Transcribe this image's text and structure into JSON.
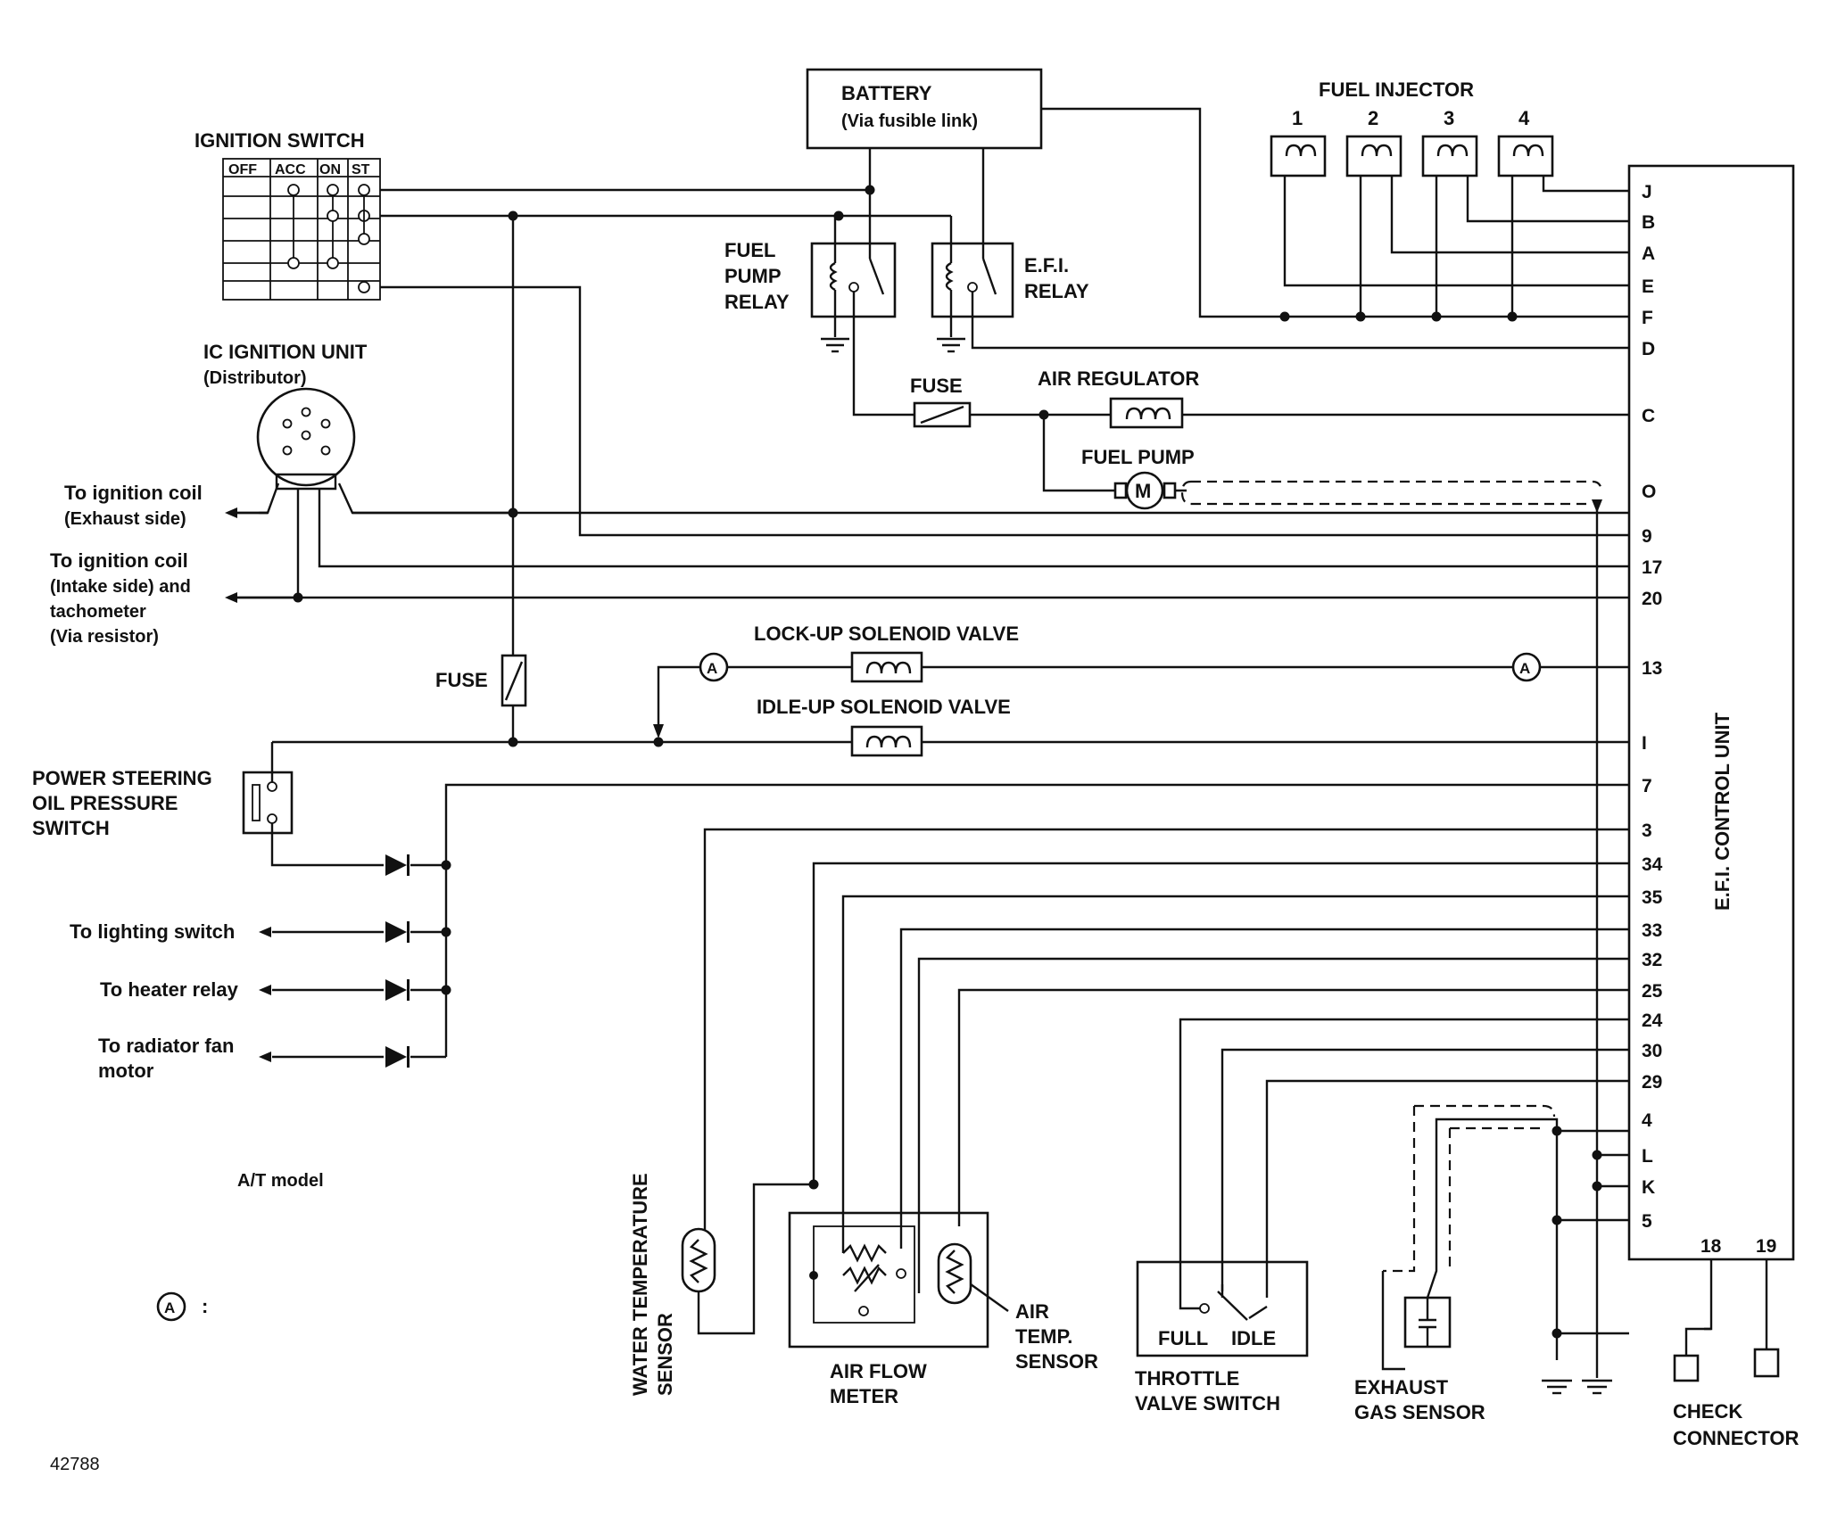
{
  "labels": {
    "ignition_switch": "IGNITION SWITCH",
    "sw_off": "OFF",
    "sw_acc": "ACC",
    "sw_on": "ON",
    "sw_st": "ST",
    "battery": "BATTERY",
    "battery_sub": "(Via fusible link)",
    "fuel_injector": "FUEL INJECTOR",
    "inj_1": "1",
    "inj_2": "2",
    "inj_3": "3",
    "inj_4": "4",
    "fuel_pump_relay_1": "FUEL",
    "fuel_pump_relay_2": "PUMP",
    "fuel_pump_relay_3": "RELAY",
    "efi_relay_1": "E.F.I.",
    "efi_relay_2": "RELAY",
    "ic_ignition_unit": "IC IGNITION UNIT",
    "ic_ignition_sub": "(Distributor)",
    "fuse_top": "FUSE",
    "air_regulator": "AIR REGULATOR",
    "fuel_pump": "FUEL PUMP",
    "motor_m": "M",
    "to_ign_coil_exh_1": "To ignition coil",
    "to_ign_coil_exh_2": "(Exhaust side)",
    "to_ign_coil_int_1": "To ignition coil",
    "to_ign_coil_int_2": "(Intake side) and",
    "to_ign_coil_int_3": "tachometer",
    "to_ign_coil_int_4": "(Via resistor)",
    "lockup_solenoid": "LOCK-UP SOLENOID VALVE",
    "idleup_solenoid": "IDLE-UP SOLENOID VALVE",
    "fuse_left": "FUSE",
    "marker_a": "A",
    "ps_switch_1": "POWER STEERING",
    "ps_switch_2": "OIL PRESSURE",
    "ps_switch_3": "SWITCH",
    "to_lighting": "To lighting switch",
    "to_heater": "To heater relay",
    "to_radiator_1": "To radiator fan",
    "to_radiator_2": "motor",
    "at_model": "A/T model",
    "legend_colon": ":",
    "water_temp_1": "WATER TEMPERATURE",
    "water_temp_2": "SENSOR",
    "air_flow_1": "AIR FLOW",
    "air_flow_2": "METER",
    "air_temp_1": "AIR",
    "air_temp_2": "TEMP.",
    "air_temp_3": "SENSOR",
    "tv_full": "FULL",
    "tv_idle": "IDLE",
    "throttle_1": "THROTTLE",
    "throttle_2": "VALVE SWITCH",
    "exhaust_1": "EXHAUST",
    "exhaust_2": "GAS SENSOR",
    "check_1": "CHECK",
    "check_2": "CONNECTOR",
    "efi_control_unit": "E.F.I. CONTROL UNIT",
    "figure_number": "42788"
  },
  "pins": [
    "J",
    "B",
    "A",
    "E",
    "F",
    "D",
    "C",
    "O",
    "9",
    "17",
    "20",
    "13",
    "I",
    "7",
    "3",
    "34",
    "35",
    "33",
    "32",
    "25",
    "24",
    "30",
    "29",
    "4",
    "L",
    "K",
    "5"
  ],
  "bottom_pins": [
    "18",
    "19"
  ]
}
